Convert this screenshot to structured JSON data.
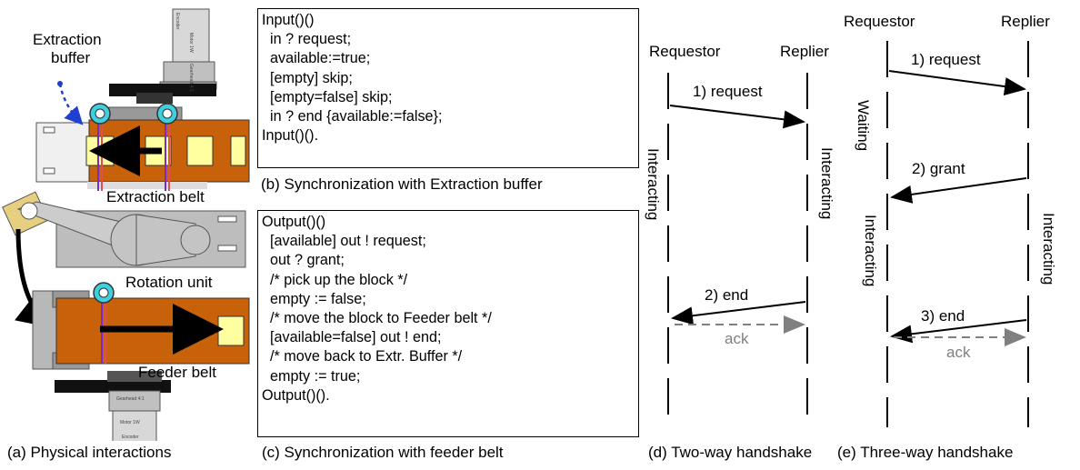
{
  "panel_a": {
    "labels": {
      "extraction_buffer": [
        "Extraction",
        "buffer"
      ],
      "extraction_belt": "Extraction belt",
      "rotation_unit": "Rotation unit",
      "feeder_belt": "Feeder belt"
    },
    "device_text": {
      "encoder": "Encoder",
      "motor": "Motor 1W",
      "gearhead": "Gearhead 4:1"
    },
    "caption": "(a) Physical interactions"
  },
  "panel_b": {
    "code": [
      "Input()()",
      "  in ? request;",
      "  available:=true;",
      "  [empty] skip;",
      "  [empty=false] skip;",
      "  in ? end {available:=false};",
      "Input()()."
    ],
    "caption": "(b) Synchronization with Extraction buffer"
  },
  "panel_c": {
    "code": [
      "Output()()",
      "  [available] out ! request;",
      "  out ? grant;",
      "  /* pick up the block */",
      "  empty := false;",
      "  /* move the block to Feeder belt */",
      "  [available=false] out ! end;",
      "  /* move back to Extr. Buffer */",
      "  empty := true;",
      "Output()()."
    ],
    "caption": "(c) Synchronization with feeder belt"
  },
  "panel_d": {
    "requestor": "Requestor",
    "replier": "Replier",
    "msg_request": "1) request",
    "msg_end": "2) end",
    "msg_ack": "ack",
    "state_left": "Interacting",
    "state_right": "Interacting",
    "caption": "(d) Two-way handshake"
  },
  "panel_e": {
    "requestor": "Requestor",
    "replier": "Replier",
    "msg_request": "1) request",
    "msg_grant": "2) grant",
    "msg_end": "3) end",
    "msg_ack": "ack",
    "state_waiting": "Waiting",
    "state_left": "Interacting",
    "state_right": "Interacting",
    "caption": "(e) Three-way handshake"
  },
  "colors": {
    "belt": "#c8620a",
    "block": "#ffffa0",
    "frame": "#b8b8b8",
    "roller": "#3ecfe0",
    "ack": "#808080",
    "pointer": "#1f3fd0"
  }
}
